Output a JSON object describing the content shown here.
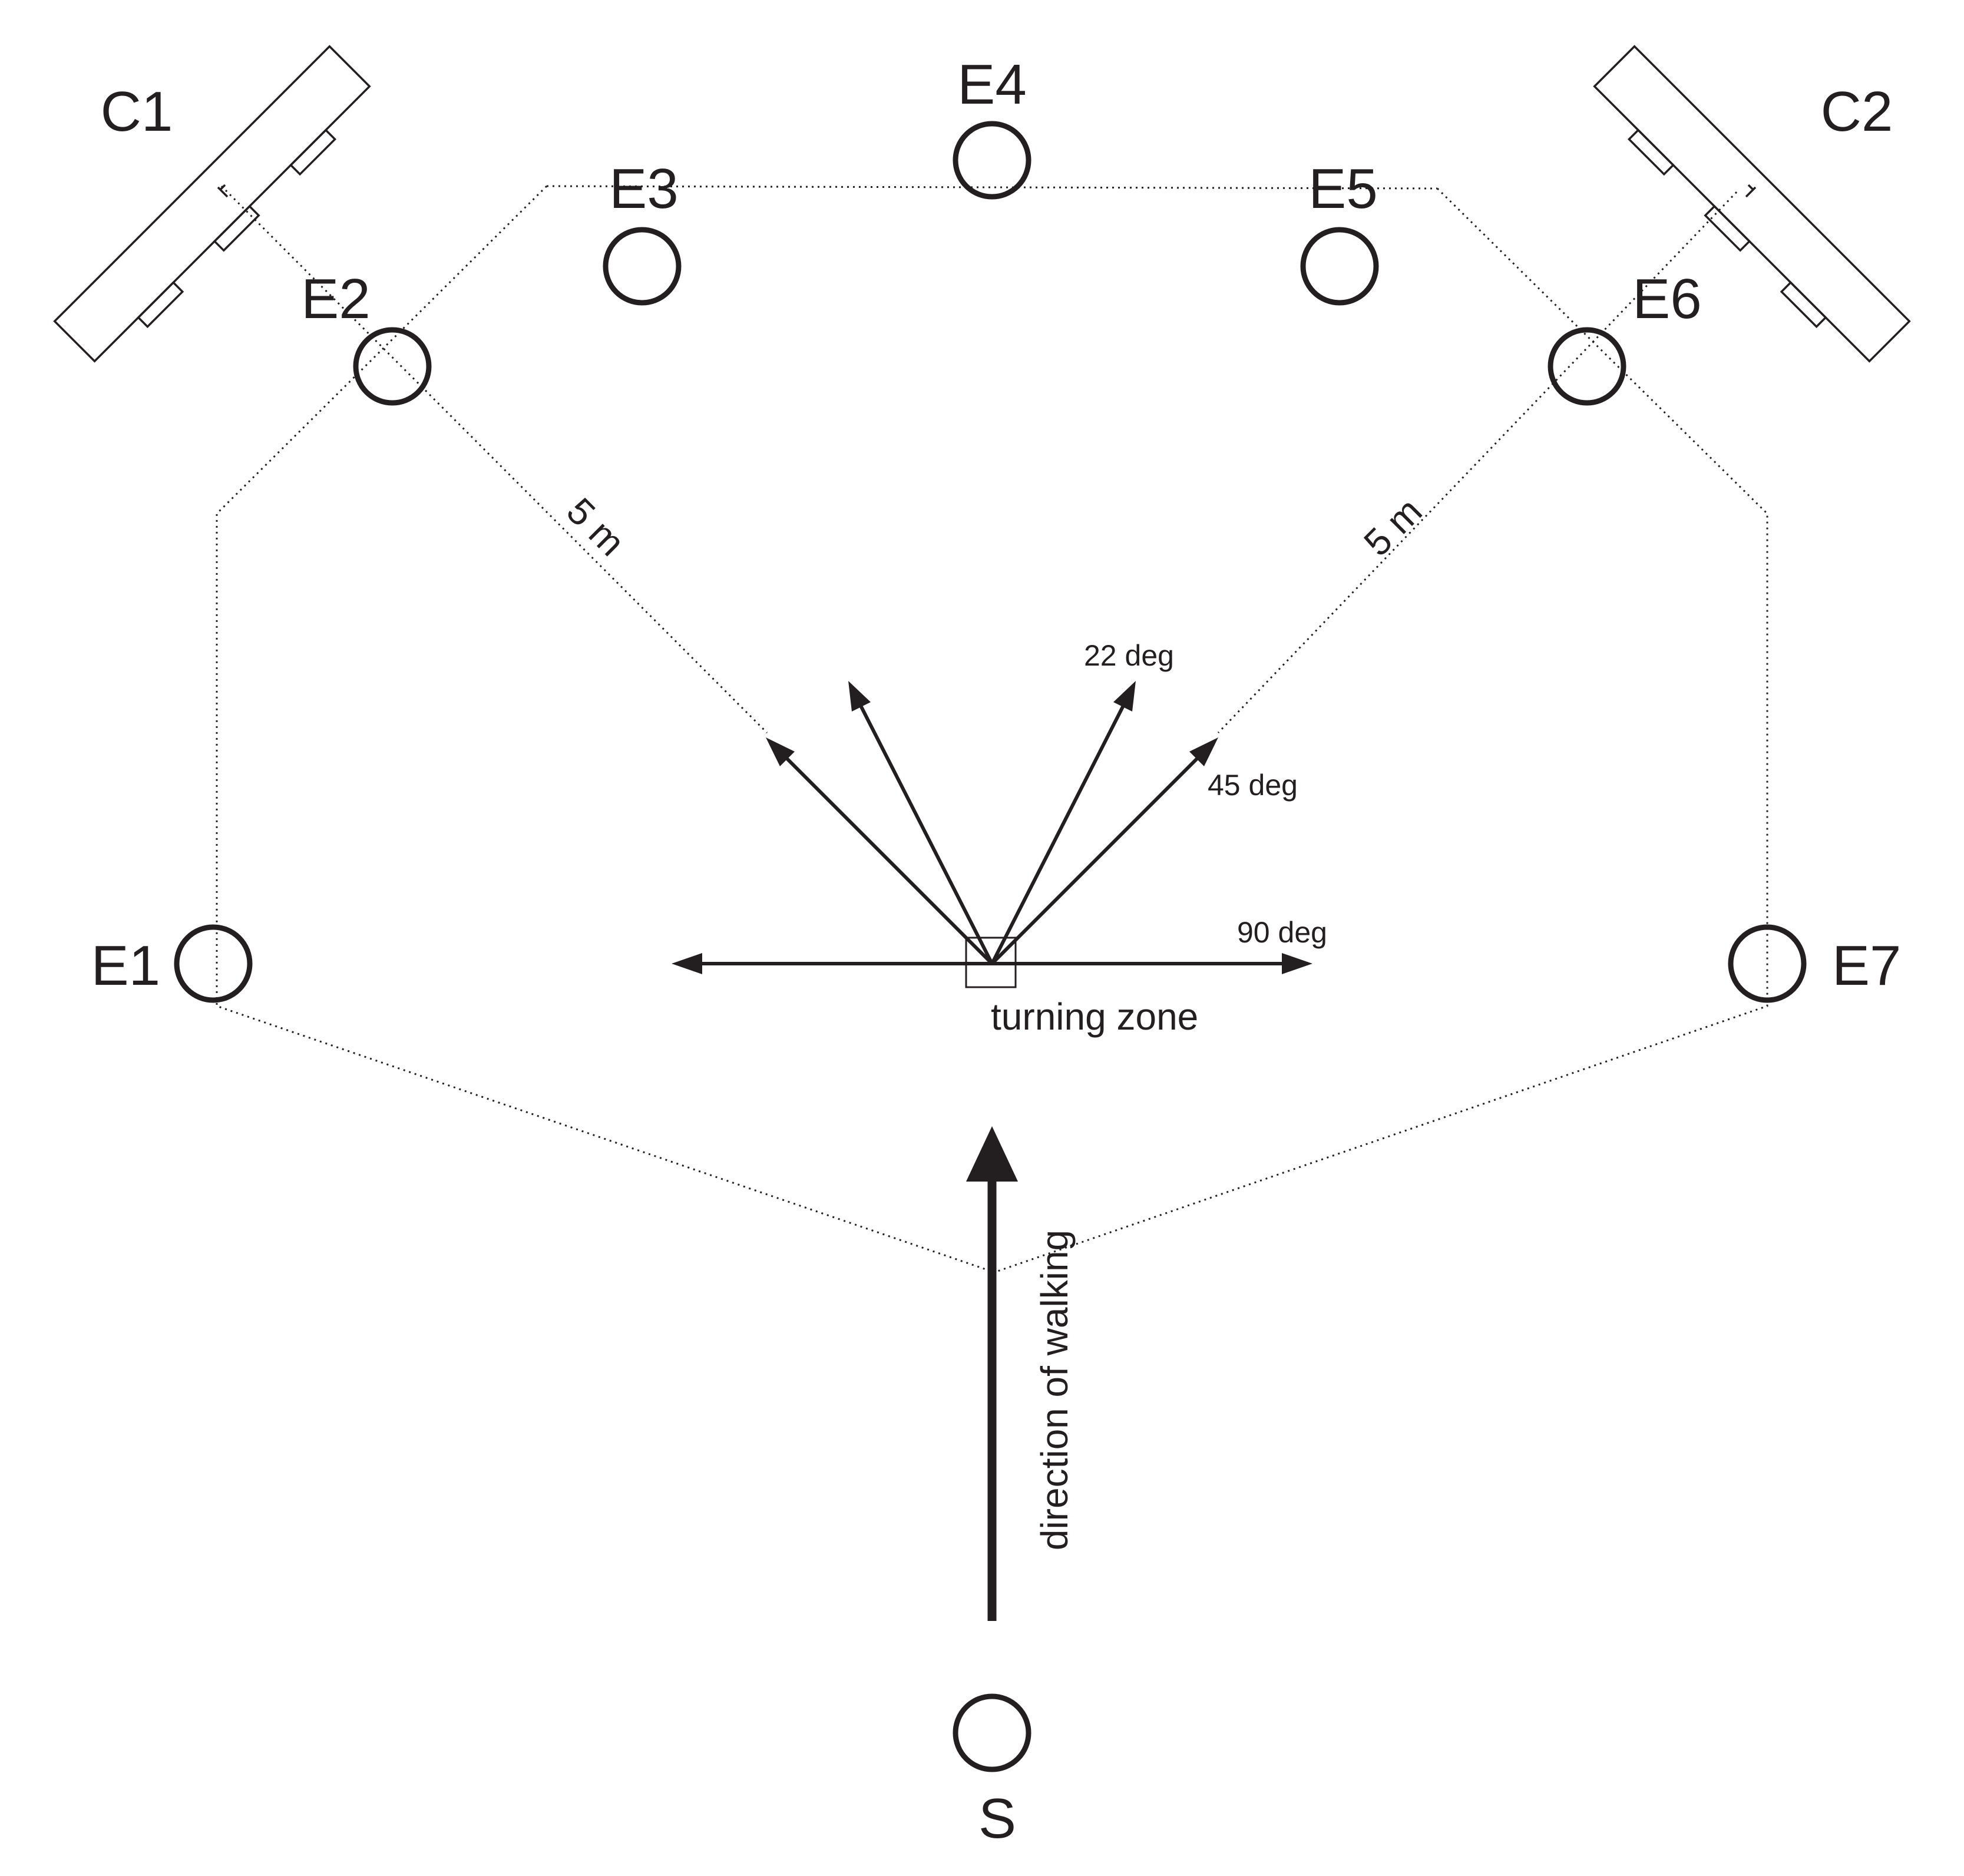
{
  "markers": {
    "E1": "E1",
    "E2": "E2",
    "E3": "E3",
    "E4": "E4",
    "E5": "E5",
    "E6": "E6",
    "E7": "E7",
    "S": "S"
  },
  "cameras": {
    "C1": "C1",
    "C2": "C2"
  },
  "distances": {
    "left": "5 m",
    "right": "5 m"
  },
  "angles": {
    "a22": "22 deg",
    "a45": "45 deg",
    "a90": "90 deg"
  },
  "turning_zone": "turning zone",
  "walking_direction": "direction of walking",
  "colors": {
    "ink": "#231f20",
    "background": "#ffffff"
  }
}
